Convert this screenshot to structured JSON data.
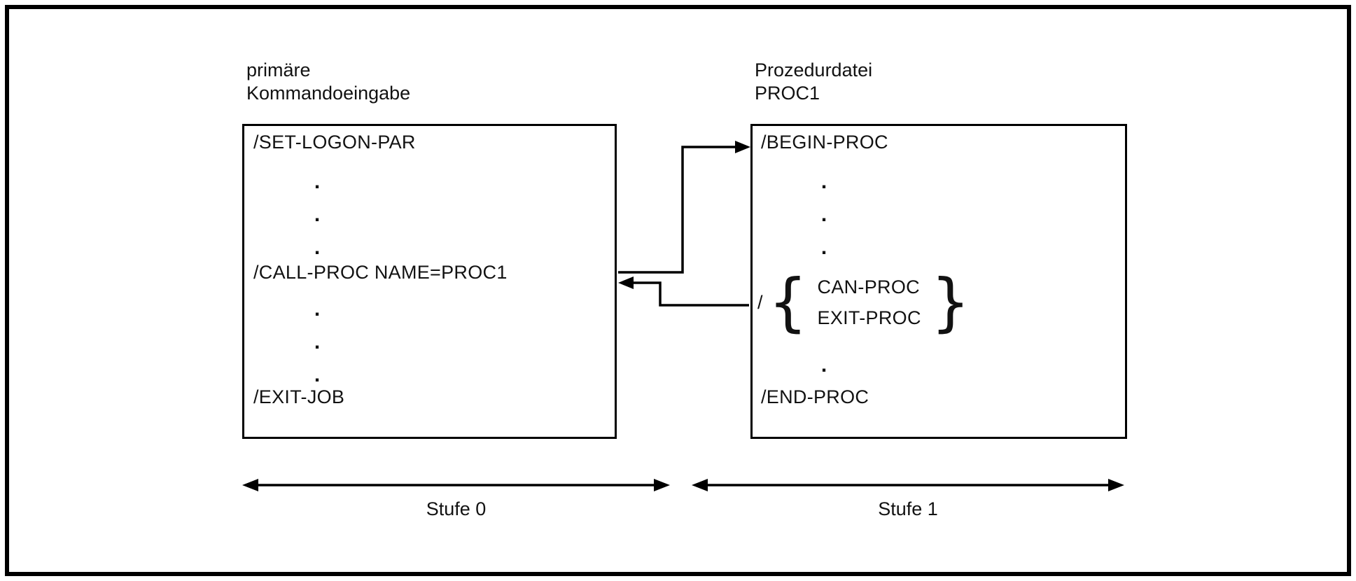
{
  "diagram": {
    "dot": ".",
    "left_label": {
      "line1": "primäre",
      "line2": "Kommandoeingabe"
    },
    "right_label": {
      "line1": "Prozedurdatei",
      "line2": "PROC1"
    },
    "left_box": {
      "line_set_logon": "/SET-LOGON-PAR",
      "line_call_proc": "/CALL-PROC NAME=PROC1",
      "line_exit_job": "/EXIT-JOB"
    },
    "right_box": {
      "line_begin_proc": "/BEGIN-PROC",
      "slash": "/",
      "brace_open": "{",
      "brace_close": "}",
      "option_can_proc": "CAN-PROC",
      "option_exit_proc": "EXIT-PROC",
      "line_end_proc": "/END-PROC"
    },
    "stufe0_label": "Stufe 0",
    "stufe1_label": "Stufe 1"
  }
}
